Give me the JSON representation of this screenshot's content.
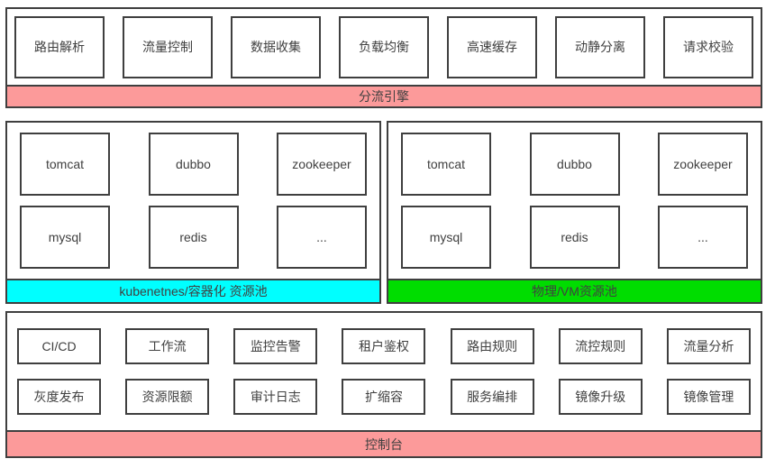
{
  "colors": {
    "border": "#3f3f3f",
    "text": "#404040",
    "pink": "#fc9a9a",
    "cyan": "#00ffff",
    "green": "#00dd00"
  },
  "sections": {
    "gateway": {
      "label": "分流引擎",
      "boxes": [
        "路由解析",
        "流量控制",
        "数据收集",
        "负载均衡",
        "高速缓存",
        "动静分离",
        "请求校验"
      ]
    },
    "k8s_pool": {
      "label": "kubenetnes/容器化 资源池",
      "rows": [
        [
          "tomcat",
          "dubbo",
          "zookeeper"
        ],
        [
          "mysql",
          "redis",
          "..."
        ]
      ]
    },
    "vm_pool": {
      "label": "物理/VM资源池",
      "rows": [
        [
          "tomcat",
          "dubbo",
          "zookeeper"
        ],
        [
          "mysql",
          "redis",
          "..."
        ]
      ]
    },
    "console": {
      "label": "控制台",
      "rows": [
        [
          "CI/CD",
          "工作流",
          "监控告警",
          "租户鉴权",
          "路由规则",
          "流控规则",
          "流量分析"
        ],
        [
          "灰度发布",
          "资源限额",
          "审计日志",
          "扩缩容",
          "服务编排",
          "镜像升级",
          "镜像管理"
        ]
      ]
    }
  }
}
